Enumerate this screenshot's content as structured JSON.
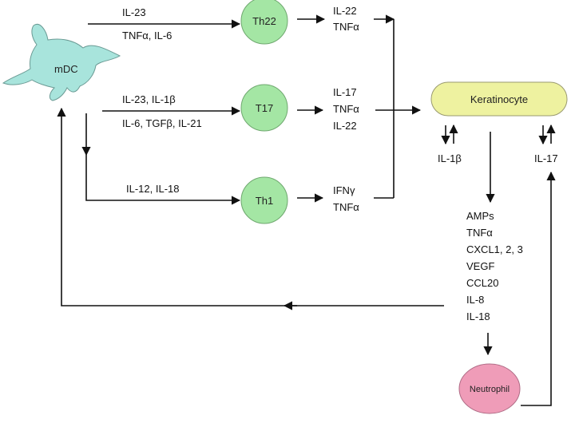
{
  "diagram": {
    "nodes": {
      "mdc": "mDC",
      "th22": "Th22",
      "t17": "T17",
      "th1": "Th1",
      "keratinocyte": "Keratinocyte",
      "neutrophil": "Neutrophil"
    },
    "inputs": {
      "th22_1": "IL-23",
      "th22_2": "TNFα, IL-6",
      "t17_1": "IL-23, IL-1β",
      "t17_2": "IL-6, TGFβ, IL-21",
      "th1_1": "IL-12, IL-18"
    },
    "outputs": {
      "th22": [
        "IL-22",
        "TNFα"
      ],
      "t17": [
        "IL-17",
        "TNFα",
        "IL-22"
      ],
      "th1": [
        "IFNγ",
        "TNFα"
      ]
    },
    "keratinocyte_feedback": {
      "left": "IL-1β",
      "right": "IL-17"
    },
    "keratinocyte_products": [
      "AMPs",
      "TNFα",
      "CXCL1, 2, 3",
      "VEGF",
      "CCL20",
      "IL-8",
      "IL-18"
    ],
    "colors": {
      "cell": "#a8e4dc",
      "tcell": "#a4e6a4",
      "keratinocyte": "#eef2a0",
      "neutrophil": "#ef9cb8",
      "line": "#111111"
    }
  }
}
